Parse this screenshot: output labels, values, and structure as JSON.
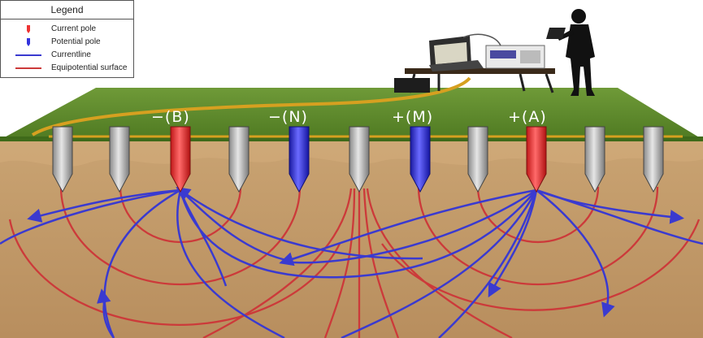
{
  "legend": {
    "title": "Legend",
    "items": [
      {
        "label": "Current pole",
        "symbol": "current-pole",
        "color": "#ee3333"
      },
      {
        "label": "Potential pole",
        "symbol": "potential-pole",
        "color": "#3333dd"
      },
      {
        "label": "Currentline",
        "symbol": "line",
        "color": "#3a3ad0"
      },
      {
        "label": "Equipotential surface",
        "symbol": "line",
        "color": "#cc3a3a"
      }
    ]
  },
  "pole_labels": {
    "b": "−(B)",
    "n": "−(N)",
    "m": "+(M)",
    "a": "+(A)"
  },
  "colors": {
    "sky": "#ffffff",
    "grass": "#5d8a2c",
    "soil": "#c29a6a",
    "current_line": "#3a3ad0",
    "equipotential": "#cc3a3a",
    "current_pole": "#ee3333",
    "potential_pole": "#3333dd",
    "neutral_pole": "#b8b8b8",
    "cable": "#d6a020"
  }
}
